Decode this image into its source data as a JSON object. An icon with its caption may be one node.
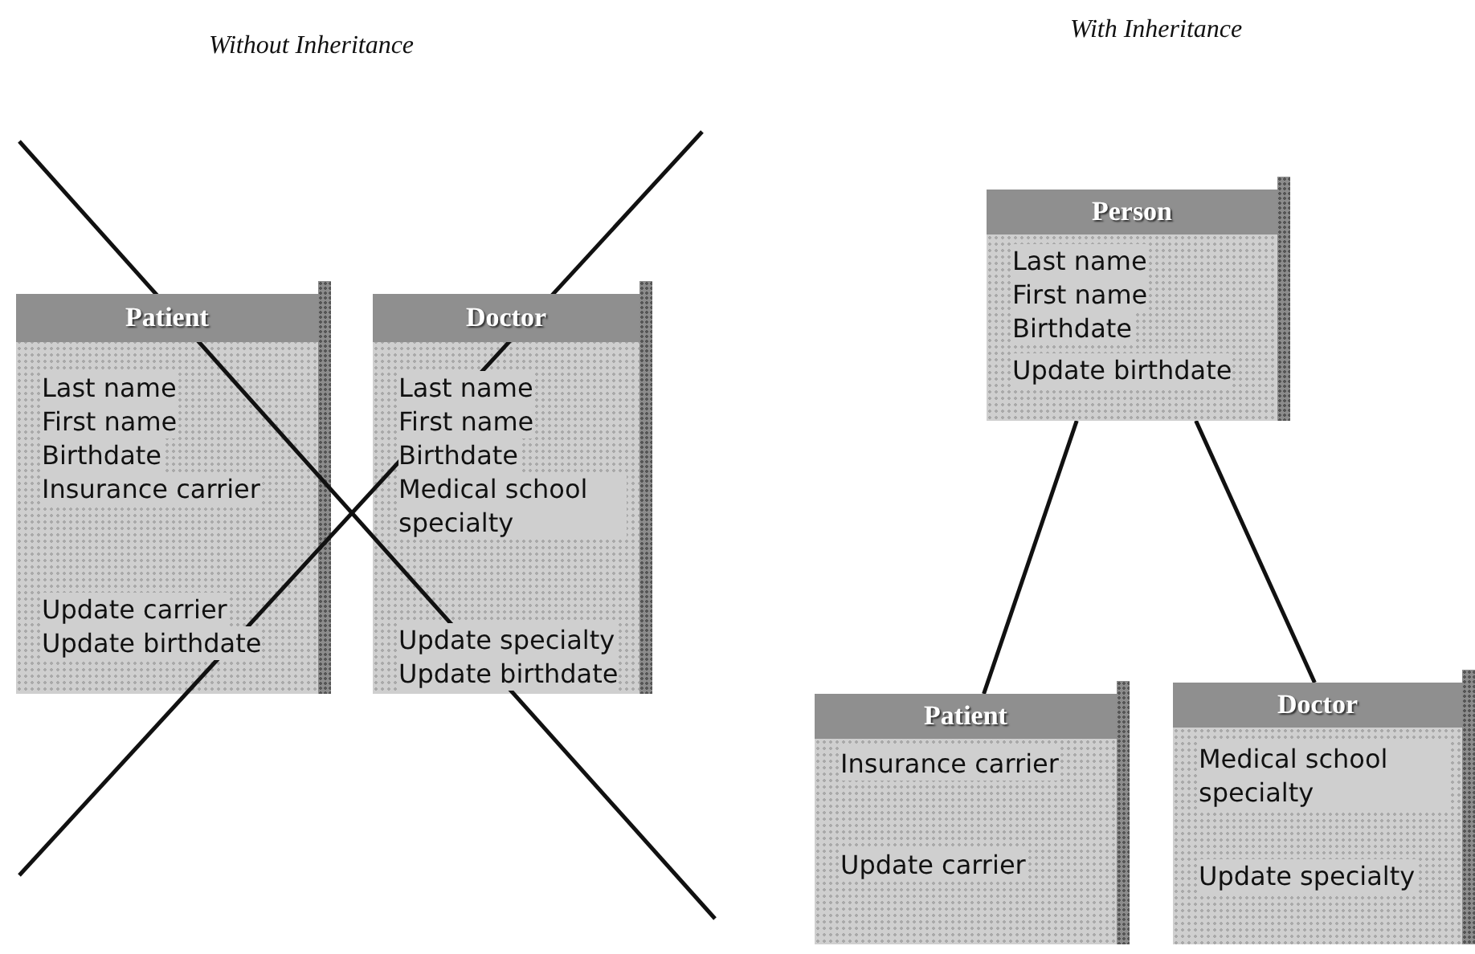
{
  "diagram": {
    "nodes": [
      {
        "text": [
          "Patient",
          "Last name",
          "First name",
          "Birthdate",
          "Insurance carrier",
          "Update carrier",
          "Update birthdate"
        ]
      },
      {
        "text": [
          "Doctor",
          "Last name",
          "First name",
          "Birthdate",
          "Medical school specialty",
          "Update specialty",
          "Update birthdate"
        ]
      },
      {
        "text": [
          "Person",
          "Last name",
          "First name",
          "Birthdate",
          "Update birthdate"
        ]
      },
      {
        "text": [
          "Patient",
          "Insurance carrier",
          "Update carrier"
        ]
      },
      {
        "text": [
          "Doctor",
          "Medical school specialty",
          "Update specialty"
        ]
      }
    ],
    "edges": [
      {
        "from": 2,
        "to": 3,
        "arrow": "none"
      },
      {
        "from": 2,
        "to": 4,
        "arrow": "none"
      }
    ],
    "labels": [
      "Without Inheritance",
      "With Inheritance"
    ]
  }
}
